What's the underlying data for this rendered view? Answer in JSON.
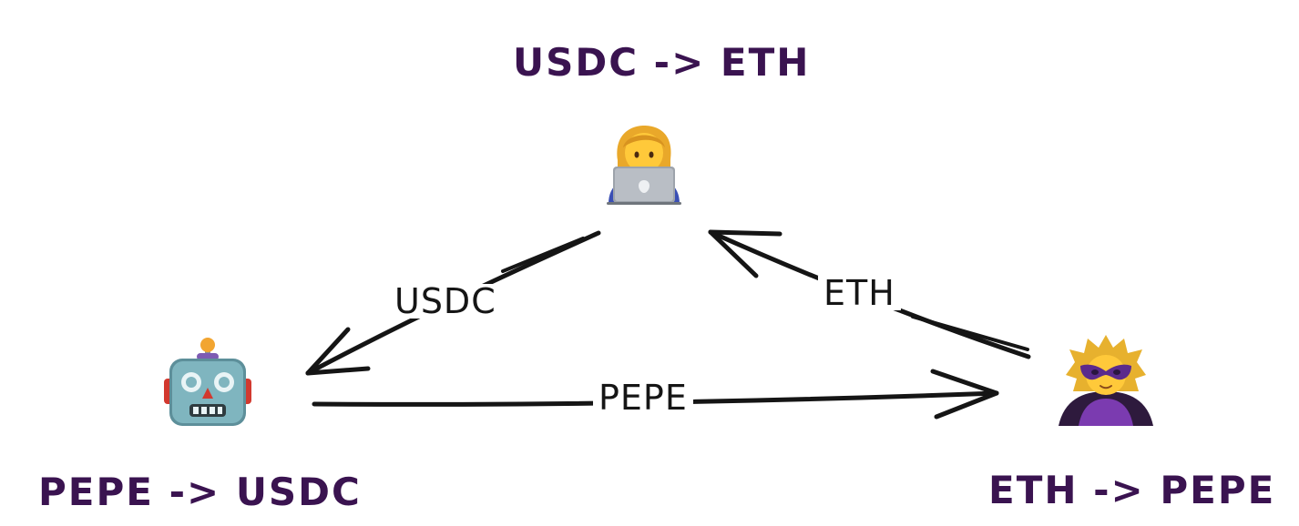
{
  "nodes": {
    "top": {
      "swap_label": "USDC -> ETH",
      "icon": "woman-technologist-icon"
    },
    "left": {
      "swap_label": "PEPE -> USDC",
      "icon": "robot-icon"
    },
    "right": {
      "swap_label": "ETH -> PEPE",
      "icon": "woman-supervillain-icon"
    }
  },
  "edges": {
    "top_to_left": {
      "label": "USDC"
    },
    "right_to_top": {
      "label": "ETH"
    },
    "left_to_right": {
      "label": "PEPE"
    }
  },
  "colors": {
    "swap_label": "#3a1350",
    "arrow": "#151515",
    "background": "#ffffff"
  }
}
